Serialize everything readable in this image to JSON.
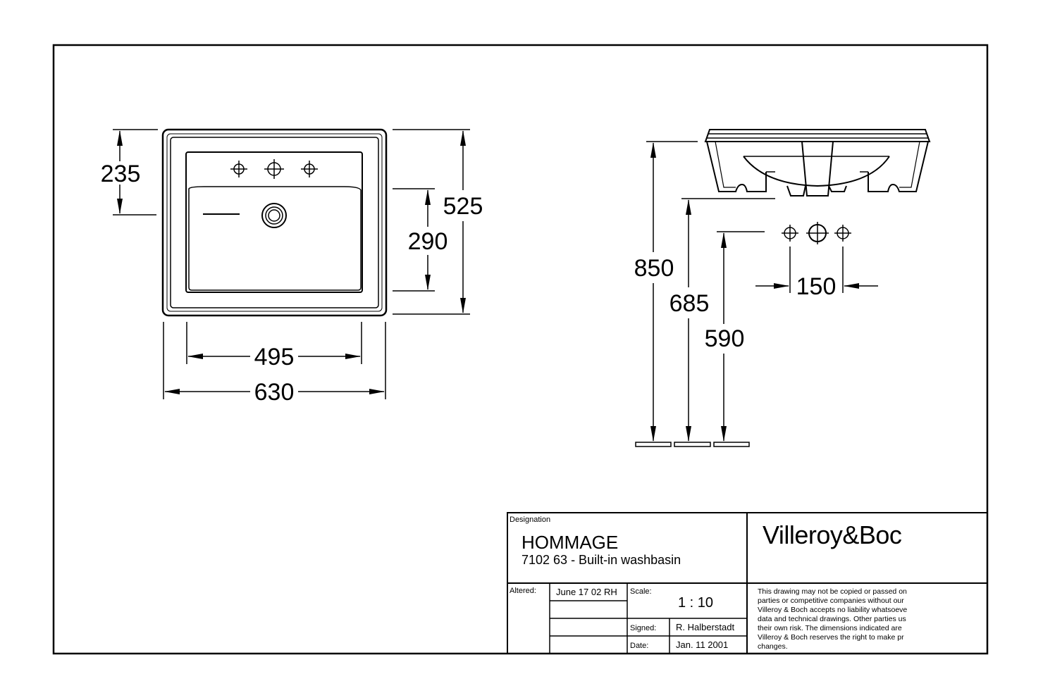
{
  "dimensions": {
    "top_view": {
      "d235": "235",
      "d290": "290",
      "d525": "525",
      "d495": "495",
      "d630": "630"
    },
    "side_view": {
      "d850": "850",
      "d685": "685",
      "d590": "590",
      "d150": "150"
    }
  },
  "title_block": {
    "designation_label": "Designation",
    "product_name": "HOMMAGE",
    "product_desc": "7102 63 - Built-in washbasin",
    "brand": "Villeroy&Boc",
    "altered_label": "Altered:",
    "altered_value": "June 17 02 RH",
    "scale_label": "Scale:",
    "scale_value": "1 : 10",
    "signed_label": "Signed:",
    "signed_value": "R. Halberstadt",
    "date_label": "Date:",
    "date_value": "Jan. 11 2001",
    "disclaimer": [
      "This drawing may not be copied or passed on",
      "parties or competitive companies  without our",
      "Villeroy & Boch accepts no liability whatsoeve",
      "data and technical drawings. Other parties us",
      "their own risk. The dimensions indicated are",
      "Villeroy & Boch reserves the right to make pr",
      "changes."
    ]
  },
  "colors": {
    "ink": "#000000",
    "paper": "#ffffff"
  }
}
